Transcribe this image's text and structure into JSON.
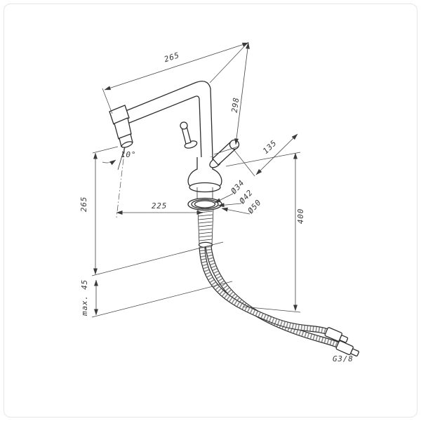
{
  "drawing": {
    "type": "technical-dimension-drawing",
    "subject": "kitchen mixer faucet with high L-spout, two levers and flexible connection hoses",
    "line_color": "#2e2e2e",
    "background": "#ffffff",
    "labels": {
      "dim_spout_width": "265",
      "dim_height_right": "298",
      "dim_depth": "135",
      "dim_height_left": "265",
      "dim_reach": "225",
      "dia_inner": "Ø34",
      "dia_mid": "Ø42",
      "dia_outer": "Ø50",
      "dim_hose_drop": "400",
      "dim_counter_max": "max. 45",
      "angle_spout": "10°",
      "thread_size": "G3/8"
    }
  }
}
